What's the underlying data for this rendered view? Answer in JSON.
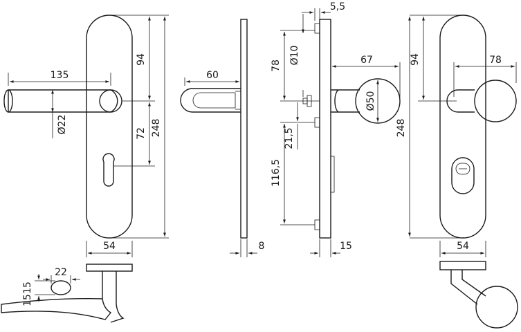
{
  "drawing": {
    "front_lever_view": {
      "lever_length": "135",
      "handle_diameter": "Ø22",
      "plate_width": "54",
      "top_to_handle": "94",
      "handle_to_keyhole": "72",
      "plate_height": "248"
    },
    "side_lever_view": {
      "projection": "60",
      "plate_thickness": "8"
    },
    "section_view": {
      "top_offset": "5,5",
      "spindle_diameter": "Ø10",
      "spindle_height": "78",
      "knob_projection": "67",
      "knob_diameter": "Ø50",
      "offset_small": "21,5",
      "lower_distance": "116,5",
      "plate_thickness": "15"
    },
    "front_knob_view": {
      "top_to_knob": "94",
      "knob_offset": "78",
      "plate_height": "248",
      "plate_width": "54"
    },
    "lever_top_view": {
      "grip_width": "22",
      "grip_height": "15",
      "grip_height_2": "15"
    }
  }
}
